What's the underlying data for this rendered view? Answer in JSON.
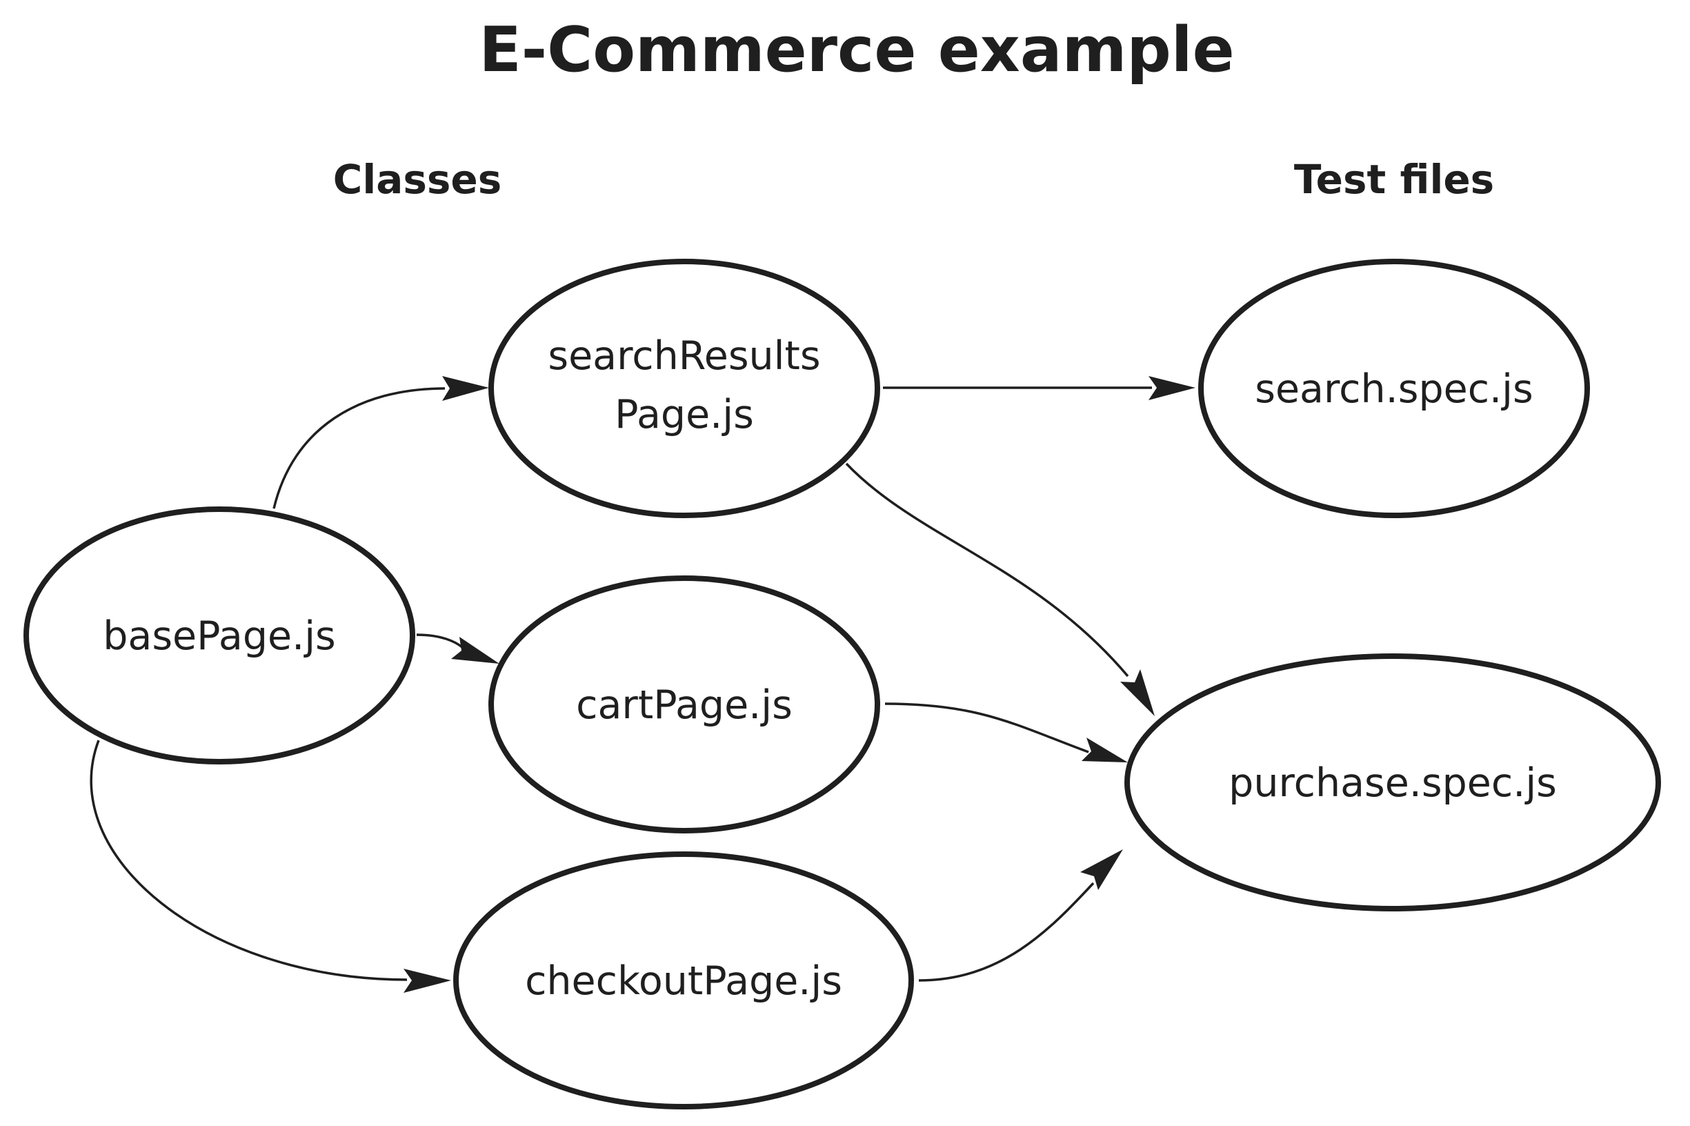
{
  "title": "E-Commerce example",
  "columns": {
    "classes": "Classes",
    "test_files": "Test files"
  },
  "nodes": {
    "basePage": {
      "label": "basePage.js"
    },
    "searchResultsPage": {
      "label_line1": "searchResults",
      "label_line2": "Page.js"
    },
    "cartPage": {
      "label": "cartPage.js"
    },
    "checkoutPage": {
      "label": "checkoutPage.js"
    },
    "searchSpec": {
      "label": "search.spec.js"
    },
    "purchaseSpec": {
      "label": "purchase.spec.js"
    }
  },
  "edges": [
    {
      "from": "basePage.js",
      "to": "searchResultsPage.js"
    },
    {
      "from": "basePage.js",
      "to": "cartPage.js"
    },
    {
      "from": "basePage.js",
      "to": "checkoutPage.js"
    },
    {
      "from": "searchResultsPage.js",
      "to": "search.spec.js"
    },
    {
      "from": "searchResultsPage.js",
      "to": "purchase.spec.js"
    },
    {
      "from": "cartPage.js",
      "to": "purchase.spec.js"
    },
    {
      "from": "checkoutPage.js",
      "to": "purchase.spec.js"
    }
  ],
  "colors": {
    "stroke": "#1f1f1f",
    "text": "#1f1f1f",
    "background": "#ffffff"
  }
}
